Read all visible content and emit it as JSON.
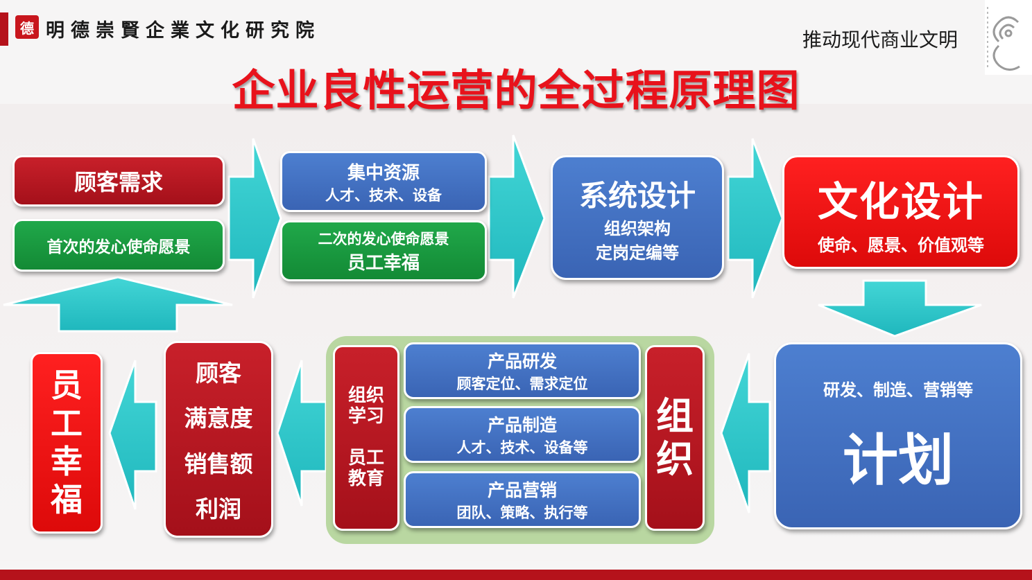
{
  "header": {
    "logo_seal": "德",
    "logo_text": "明德崇賢企業文化研究院",
    "slogan": "推动现代商业文明"
  },
  "title": "企业良性运营的全过程原理图",
  "colors": {
    "red": "#b5121b",
    "bright_red": "#e8121b",
    "green": "#1a9a42",
    "blue": "#4470c4",
    "arrow": "#2ec9c9"
  },
  "nodes": {
    "customer_demand": "顾客需求",
    "first_mission": "首次的发心使命愿景",
    "resources_title": "集中资源",
    "resources_sub": "人才、技术、设备",
    "second_mission_sub": "二次的发心使命愿景",
    "second_mission_title": "员工幸福",
    "system_title": "系统设计",
    "system_line1": "组织架构",
    "system_line2": "定岗定编等",
    "culture_title": "文化设计",
    "culture_sub": "使命、愿景、价值观等",
    "plan_sub": "研发、制造、营销等",
    "plan_title": "计划",
    "org_big": "组织",
    "org_learning": "组织学习",
    "staff_education": "员工教育",
    "rd_title": "产品研发",
    "rd_sub": "顾客定位、需求定位",
    "mfg_title": "产品制造",
    "mfg_sub": "人才、技术、设备等",
    "mkt_title": "产品营销",
    "mkt_sub": "团队、策略、执行等",
    "result_1": "顾客",
    "result_2": "满意度",
    "result_3": "销售额",
    "result_4": "利润",
    "happiness": "员工幸福"
  }
}
